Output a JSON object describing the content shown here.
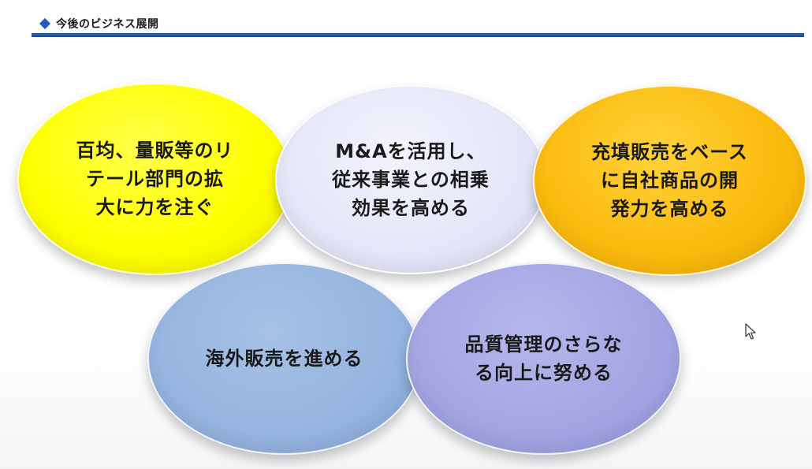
{
  "slide": {
    "title": "今後のビジネス展開"
  },
  "bubbles": [
    {
      "text": "百均、量販等のリ\nテール部門の拡\n大に力を注ぐ",
      "color": "#ffff00"
    },
    {
      "text": "M&Aを活用し、\n従来事業との相乗\n効果を高める",
      "color": "#e4e6f8"
    },
    {
      "text": "充填販売をベース\nに自社商品の開\n発力を高める",
      "color": "#fbbc10"
    },
    {
      "text": "海外販売を進める",
      "color": "#95b4df"
    },
    {
      "text": "品質管理のさらな\nる向上に努める",
      "color": "#a3a5e3"
    }
  ],
  "icons": {
    "title_marker": "diamond-icon",
    "cursor": "mouse-pointer-icon"
  },
  "colors": {
    "accent": "#1f5fb8",
    "rule": "#2a5ea8"
  }
}
